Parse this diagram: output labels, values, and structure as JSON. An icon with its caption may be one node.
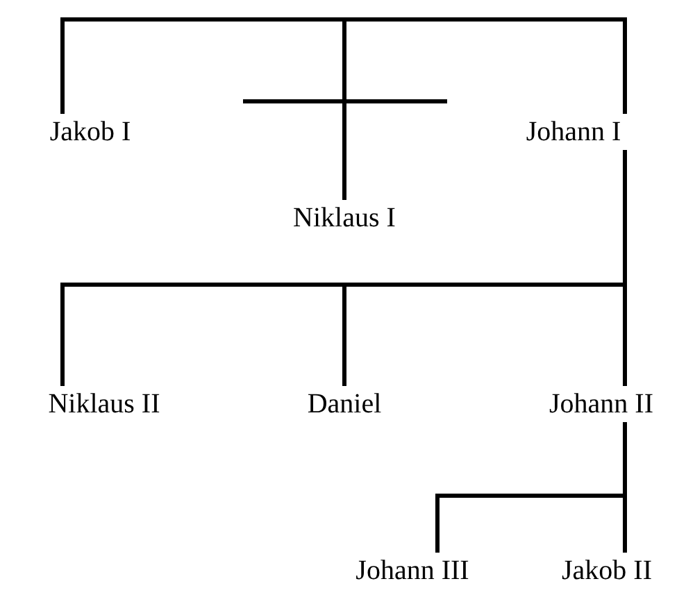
{
  "diagram": {
    "nodes": [
      {
        "text": [
          "Jakob I"
        ]
      },
      {
        "text": [
          "Niklaus I"
        ]
      },
      {
        "text": [
          "Johann I"
        ]
      },
      {
        "text": [
          "Niklaus II"
        ]
      },
      {
        "text": [
          "Daniel"
        ]
      },
      {
        "text": [
          "Johann II"
        ]
      },
      {
        "text": [
          "Johann III"
        ]
      },
      {
        "text": [
          "Jakob II"
        ]
      }
    ],
    "edges": [
      {
        "from": 1,
        "to": 0,
        "arrow": "none"
      },
      {
        "from": 1,
        "to": 2,
        "arrow": "none"
      },
      {
        "from": 2,
        "to": 3,
        "arrow": "none"
      },
      {
        "from": 2,
        "to": 4,
        "arrow": "none"
      },
      {
        "from": 2,
        "to": 5,
        "arrow": "none"
      },
      {
        "from": 5,
        "to": 6,
        "arrow": "none"
      },
      {
        "from": 5,
        "to": 7,
        "arrow": "none"
      }
    ]
  }
}
